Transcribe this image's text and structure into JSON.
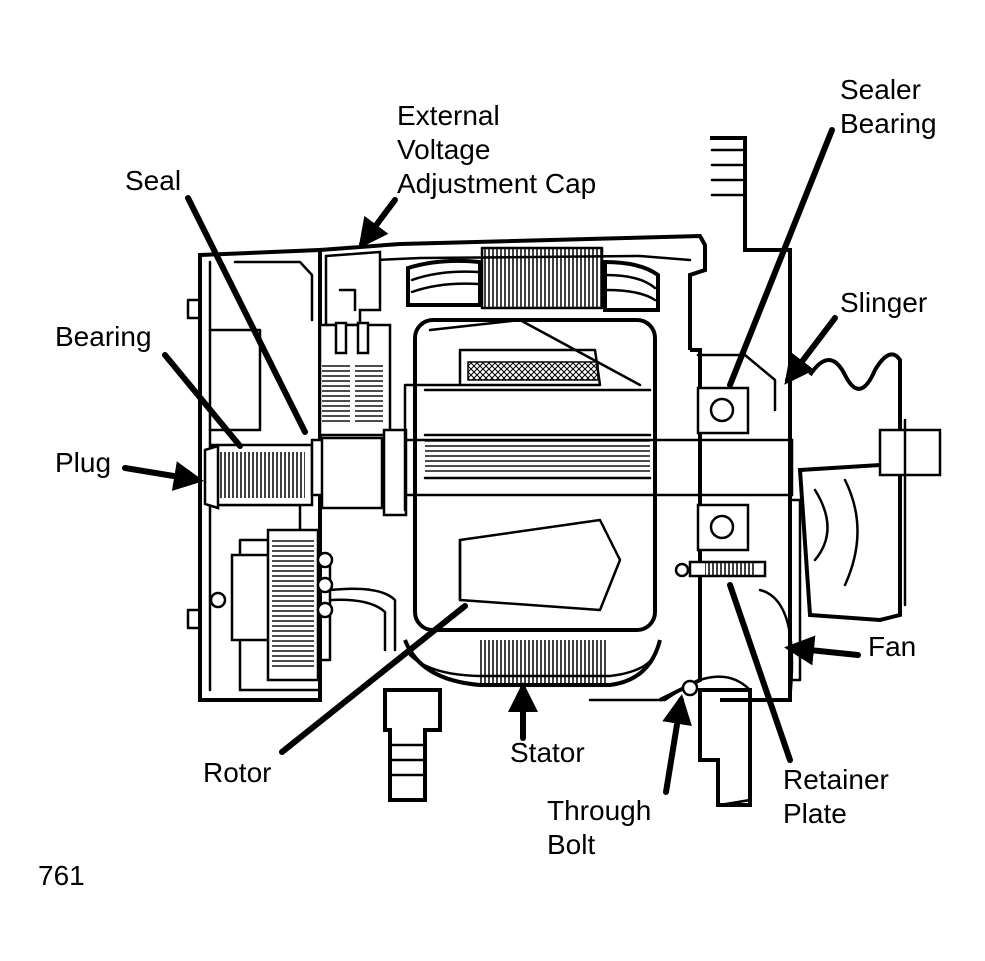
{
  "figure": {
    "number": "761",
    "labels": {
      "external_voltage_cap": [
        "External",
        "Voltage",
        "Adjustment Cap"
      ],
      "seal": "Seal",
      "bearing": "Bearing",
      "plug": "Plug",
      "sealer_bearing": [
        "Sealer",
        "Bearing"
      ],
      "slinger": "Slinger",
      "fan": "Fan",
      "rotor": "Rotor",
      "stator": "Stator",
      "through_bolt": [
        "Through",
        "Bolt"
      ],
      "retainer_plate": [
        "Retainer",
        "Plate"
      ]
    }
  }
}
